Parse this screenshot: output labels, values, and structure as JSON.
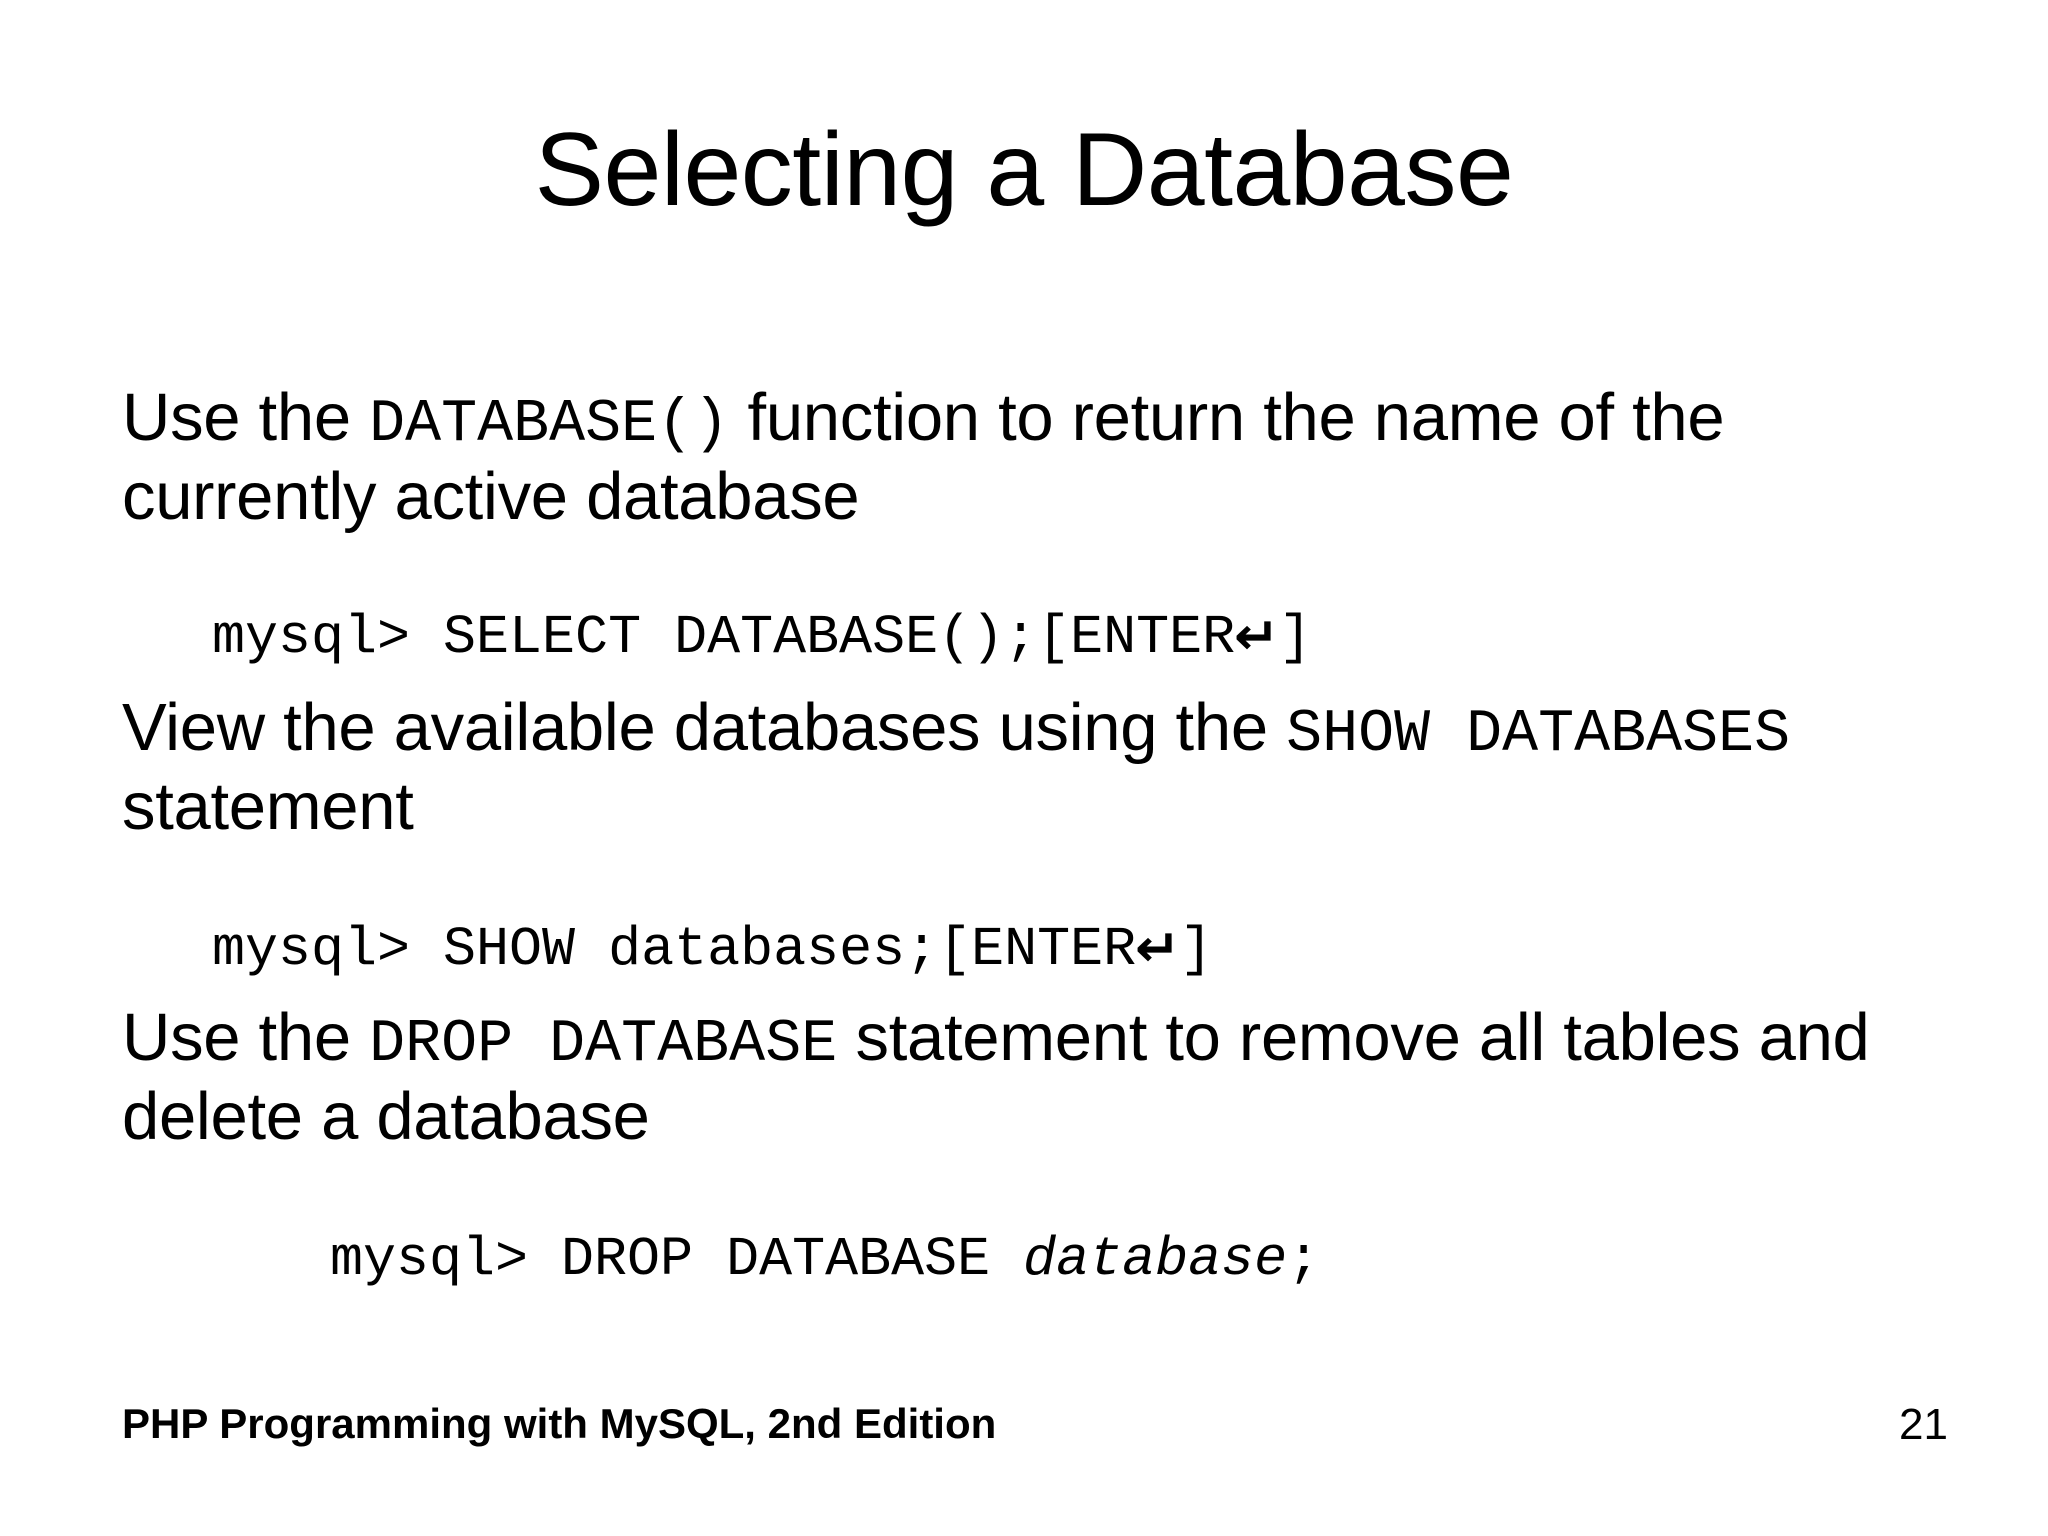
{
  "slide": {
    "title": "Selecting a Database",
    "background_color": "#ffffff",
    "text_color": "#000000"
  },
  "body": {
    "paragraph_1": {
      "part_1": "Use the ",
      "code_1": "DATABASE()",
      "part_2": " function to return the name of the currently active database"
    },
    "code_1": {
      "prefix": "mysql> SELECT DATABASE();[ENTER",
      "enter_symbol": "↵",
      "suffix": "]"
    },
    "paragraph_2": {
      "part_1": "View the available databases using the ",
      "code_1": "SHOW DATABASES",
      "part_2": " statement"
    },
    "code_2": {
      "prefix": "mysql> SHOW databases;[ENTER",
      "enter_symbol": "↵",
      "suffix": "]"
    },
    "paragraph_3": {
      "part_1": "Use the ",
      "code_1": "DROP DATABASE",
      "part_2": " statement to remove all tables and delete a database"
    },
    "code_3": {
      "prefix": "mysql> DROP DATABASE ",
      "italic": "database",
      "suffix": ";"
    }
  },
  "footer": {
    "source": "PHP Programming with MySQL, 2nd Edition",
    "page_number": "21"
  }
}
